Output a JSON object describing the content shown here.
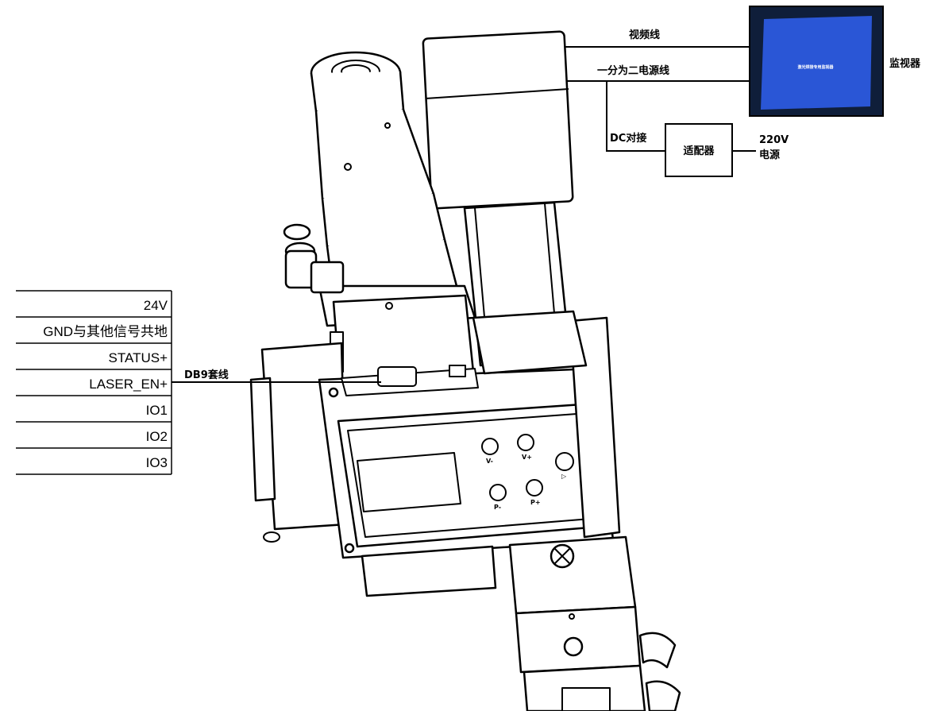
{
  "labels": {
    "video_line": "视频线",
    "power_split": "一分为二电源线",
    "monitor": "监视器",
    "dc_connect": "DC对接",
    "adapter": "适配器",
    "v220": "220V",
    "power_source": "电源",
    "db9": "DB9套线"
  },
  "monitor_screen_text": "激光焊接专用监视器",
  "pins": [
    "24V",
    "GND与其他信号共地",
    "STATUS+",
    "LASER_EN+",
    "IO1",
    "IO2",
    "IO3"
  ],
  "panel_buttons": [
    "V-",
    "V+",
    "P-",
    "P+",
    "▷"
  ],
  "colors": {
    "screen": "#2a56d6",
    "screen_frame": "#0f1e3a",
    "line": "#000000"
  }
}
